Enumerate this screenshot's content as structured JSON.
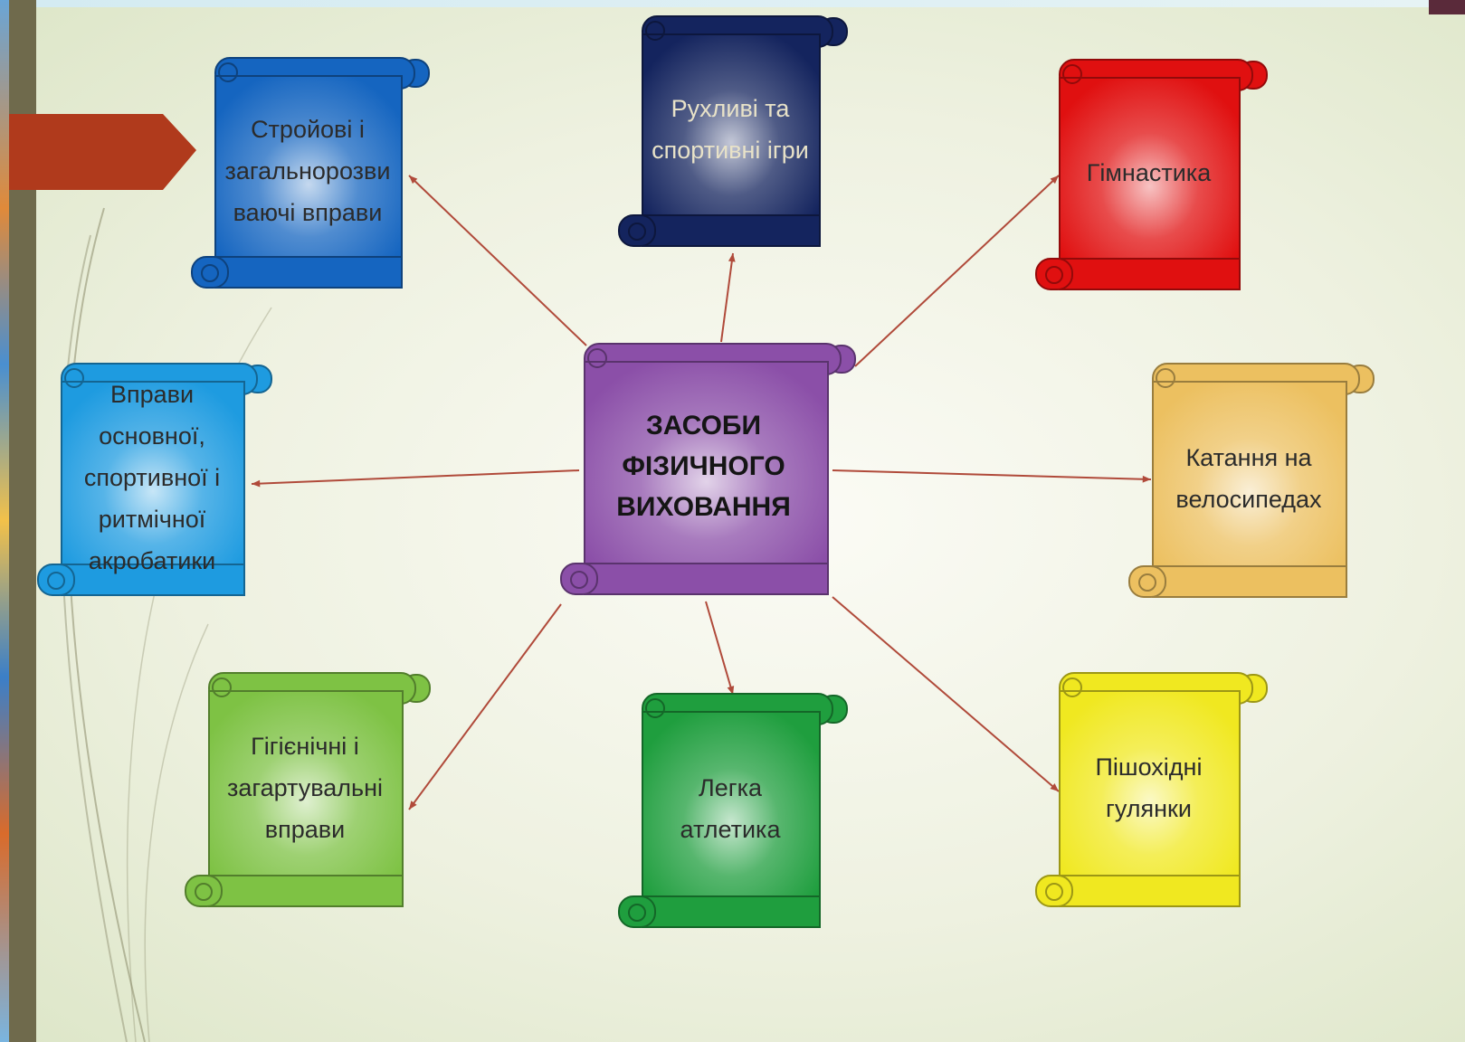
{
  "diagram": {
    "center": {
      "label": "ЗАСОБИ\nФІЗИЧНОГО\nВИХОВАННЯ",
      "color": "#8b4fa8"
    },
    "nodes": [
      {
        "id": "stroiovi",
        "label": "Стройові і\nзагальнорозви\nваючі вправи",
        "color": "#1565c0"
      },
      {
        "id": "rukhlyvi",
        "label": "Рухливі та\nспортивні ігри",
        "color": "#14245e"
      },
      {
        "id": "gimnastyka",
        "label": "Гімнастика",
        "color": "#e01010"
      },
      {
        "id": "vpravy",
        "label": "Вправи\nосновної,\nспортивної і\nритмічної\nакробатики",
        "color": "#1e9be0"
      },
      {
        "id": "katannia",
        "label": "Катання на\nвелосипедах",
        "color": "#ecc060"
      },
      {
        "id": "gigienichni",
        "label": "Гігієнічні і\nзагартувальні\nвправи",
        "color": "#7ec244"
      },
      {
        "id": "legka",
        "label": "Легка\nатлетика",
        "color": "#1f9e3e"
      },
      {
        "id": "pishokhidni",
        "label": "Пішохідні\nгулянки",
        "color": "#f0e820"
      }
    ],
    "connector_color": "#b04a3a",
    "decor_arrow_color": "#b03a1c"
  }
}
